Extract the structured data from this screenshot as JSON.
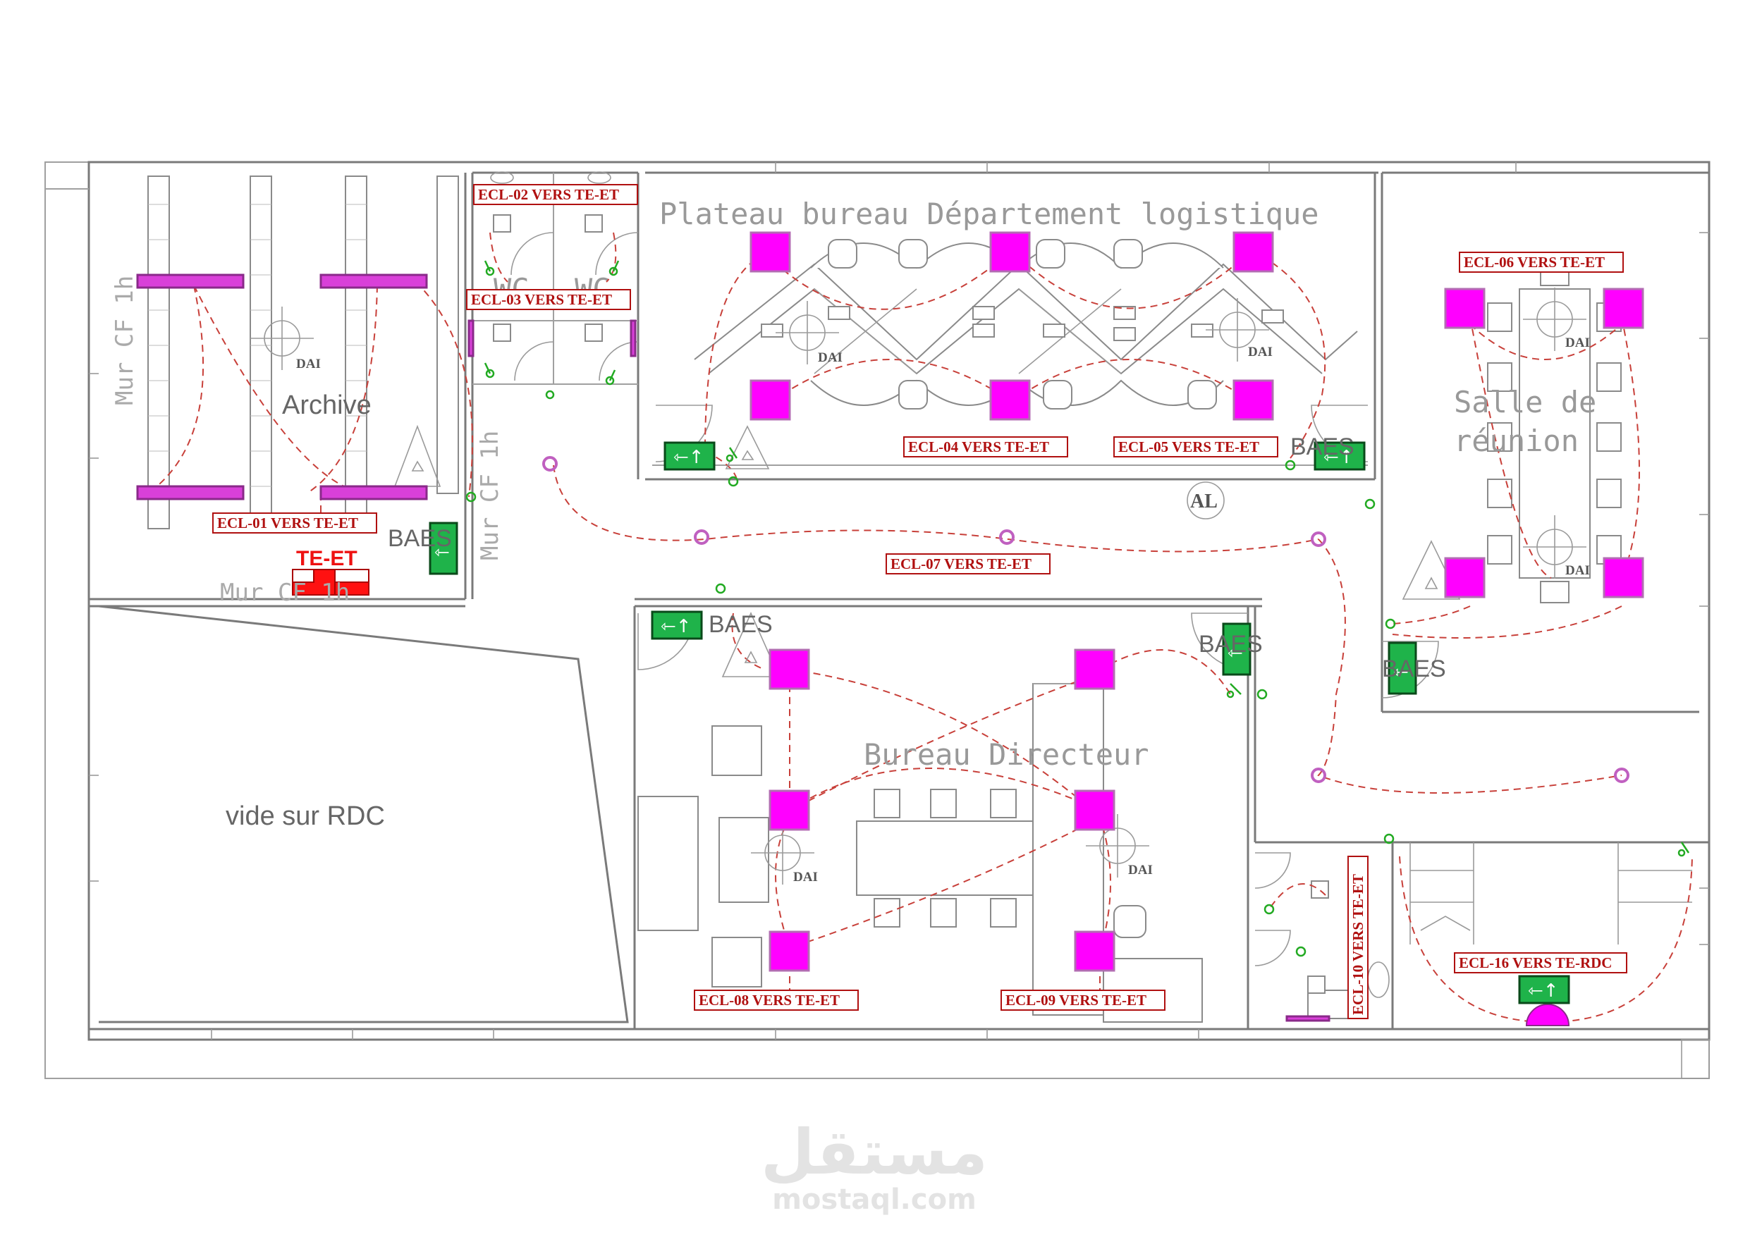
{
  "rooms": {
    "plateau": "Plateau bureau Département logistique",
    "archive": "Archive",
    "salle_line1": "Salle de",
    "salle_line2": "réunion",
    "bureau": "Bureau Directeur",
    "vide": "vide sur RDC"
  },
  "walls": {
    "mur_cf_vertical_1": "Mur CF 1h",
    "mur_cf_vertical_2": "Mur CF 1h",
    "mur_cf_horizontal": "Mur CF 1h"
  },
  "wc_labels": [
    "WC",
    "WC"
  ],
  "panel": "TE-ET",
  "al": "AL",
  "dai": [
    "DAI",
    "DAI",
    "DAI",
    "DAI",
    "DAI",
    "DAI",
    "DAI"
  ],
  "baes": [
    "BAES",
    "BAES",
    "BAES",
    "BAES",
    "BAES"
  ],
  "circuits": {
    "ecl01": "ECL-01 VERS TE-ET",
    "ecl02": "ECL-02 VERS TE-ET",
    "ecl03": "ECL-03 VERS TE-ET",
    "ecl04": "ECL-04 VERS TE-ET",
    "ecl05": "ECL-05 VERS TE-ET",
    "ecl06": "ECL-06 VERS TE-ET",
    "ecl07": "ECL-07 VERS TE-ET",
    "ecl08": "ECL-08 VERS TE-ET",
    "ecl09": "ECL-09 VERS TE-ET",
    "ecl10": "ECL-10 VERS TE-ET",
    "ecl16": "ECL-16 VERS TE-RDC"
  },
  "colors": {
    "luminaire": "#ff00ff",
    "circuit": "#c8403a",
    "label": "#b01010",
    "exit_sign": "#1fb34a",
    "panel": "#ff0000",
    "wall": "#7a7a7a"
  },
  "icons": [
    "emergency-exit-sign-icon",
    "smoke-detector-icon",
    "light-switch-icon",
    "wc-toilet-icon",
    "stairs-icon"
  ],
  "watermark": {
    "arabic": "مستقل",
    "latin": "mostaql.com"
  }
}
